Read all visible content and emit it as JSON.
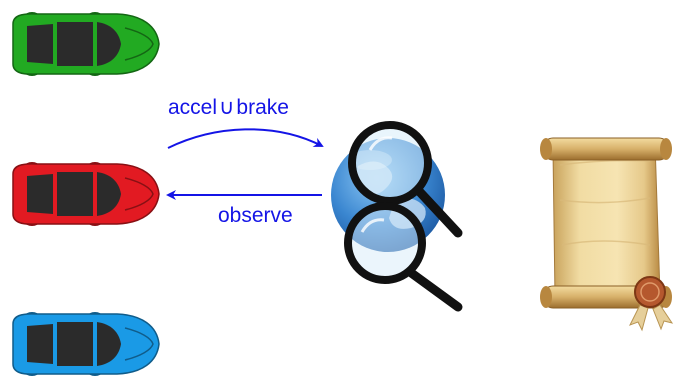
{
  "diagram": {
    "arrow_top_label": {
      "left": "accel",
      "operator": "∪",
      "right": "brake"
    },
    "arrow_bottom_label": "observe",
    "label_color": "#1414e6",
    "cars": [
      {
        "name": "green-car",
        "color": "#22aa22"
      },
      {
        "name": "red-car",
        "color": "#e21a22"
      },
      {
        "name": "blue-car",
        "color": "#1a9ae6"
      }
    ],
    "icons": [
      "globe-icon",
      "magnifying-glass-icon",
      "parchment-scroll-icon",
      "wax-seal-icon"
    ]
  }
}
